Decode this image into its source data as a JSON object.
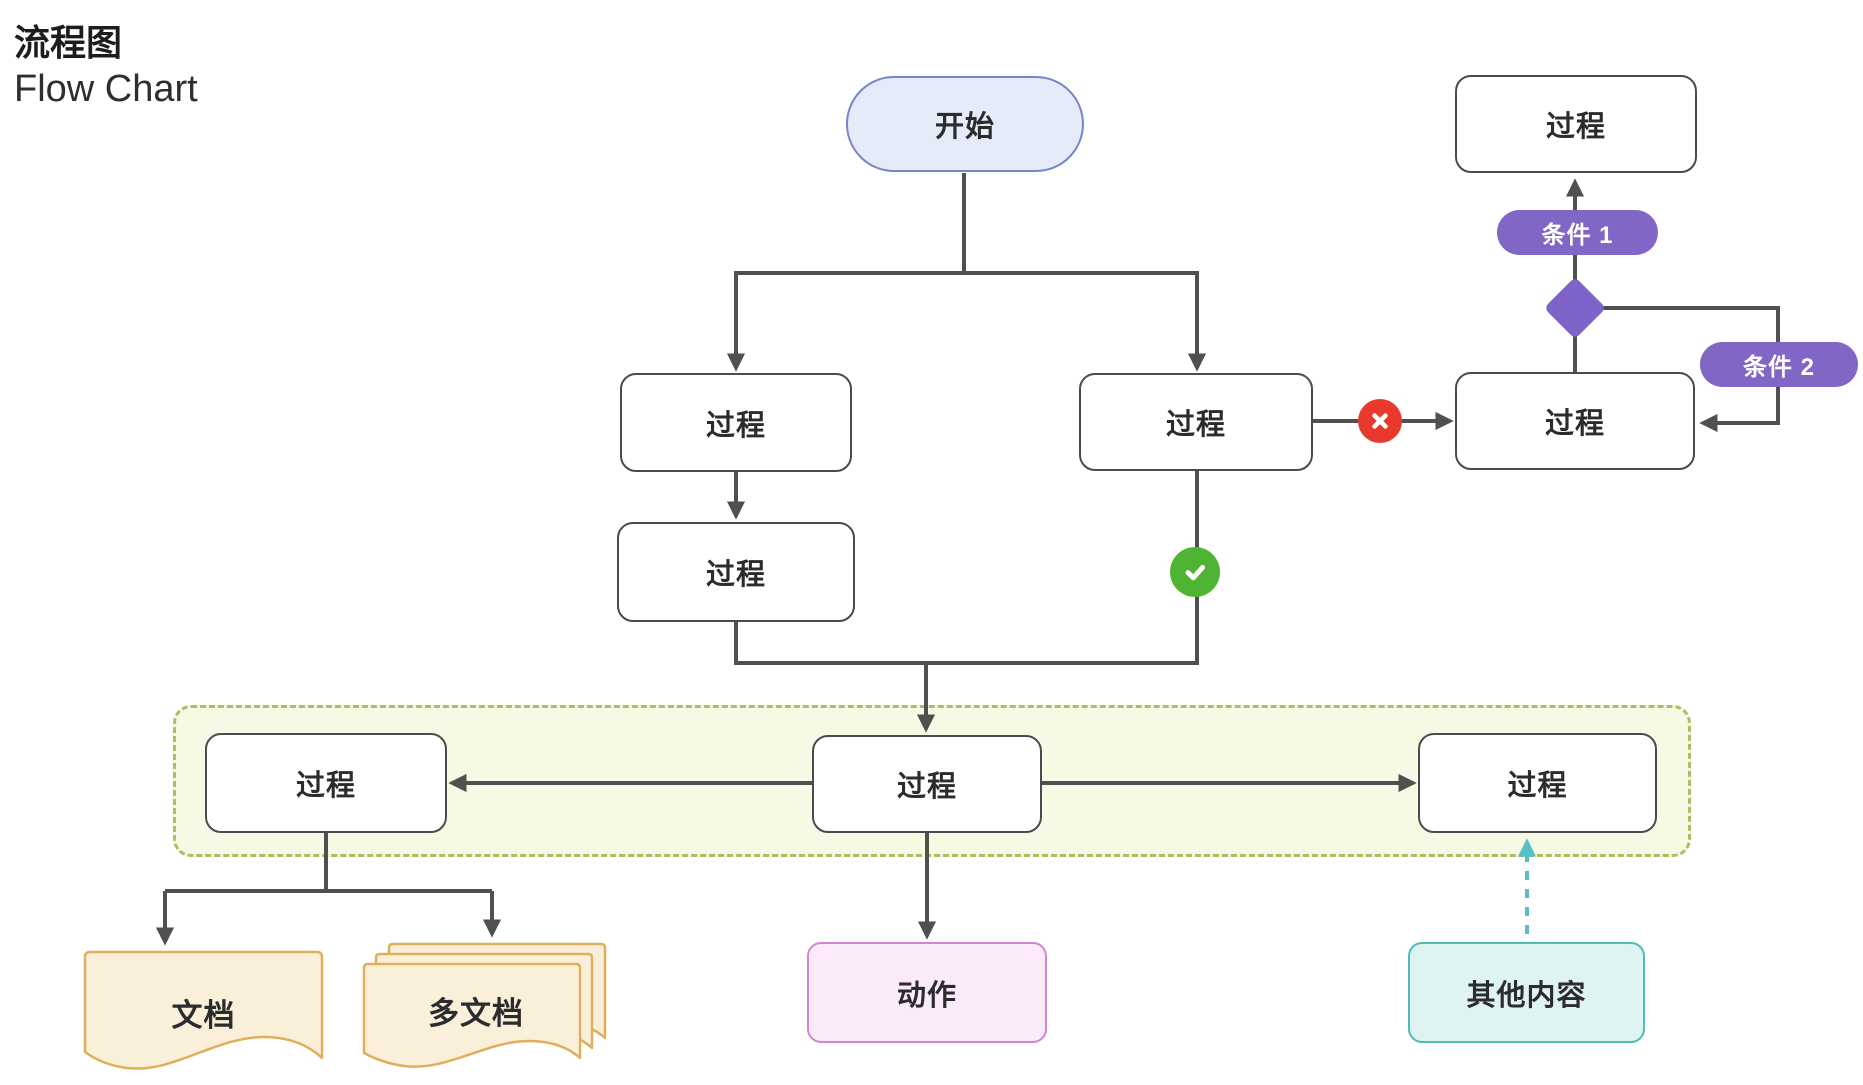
{
  "header": {
    "title": "流程图",
    "subtitle": "Flow Chart"
  },
  "nodes": {
    "start": {
      "label": "开始"
    },
    "process_top_right": {
      "label": "过程"
    },
    "process_loop": {
      "label": "过程"
    },
    "process_branch_left": {
      "label": "过程"
    },
    "process_branch_right": {
      "label": "过程"
    },
    "process_left_2": {
      "label": "过程"
    },
    "condition_1": {
      "label": "条件 1"
    },
    "condition_2": {
      "label": "条件 2"
    },
    "group_process_left": {
      "label": "过程"
    },
    "group_process_middle": {
      "label": "过程"
    },
    "group_process_right": {
      "label": "过程"
    },
    "document": {
      "label": "文档"
    },
    "multi_document": {
      "label": "多文档"
    },
    "action": {
      "label": "动作"
    },
    "other_content": {
      "label": "其他内容"
    }
  },
  "icons": {
    "fail": "x-circle-icon",
    "success": "check-circle-icon",
    "decision": "diamond-icon"
  },
  "colors": {
    "edge": "#4F5150",
    "node_border": "#4A4B4D",
    "start_fill": "#E6EBF9",
    "start_border": "#7A85C9",
    "condition_fill": "#8166C6",
    "diamond_fill": "#7E64C8",
    "fail_badge": "#E9392C",
    "success_badge": "#4FB434",
    "group_fill": "#F6F9E4",
    "group_border": "#A9BF62",
    "document_fill": "#FAF0DA",
    "document_border": "#DFAF5E",
    "action_fill": "#FBEAF9",
    "action_border": "#D583D5",
    "other_fill": "#DFF4F1",
    "other_border": "#4FBCB6",
    "other_edge": "#58BFC7"
  }
}
